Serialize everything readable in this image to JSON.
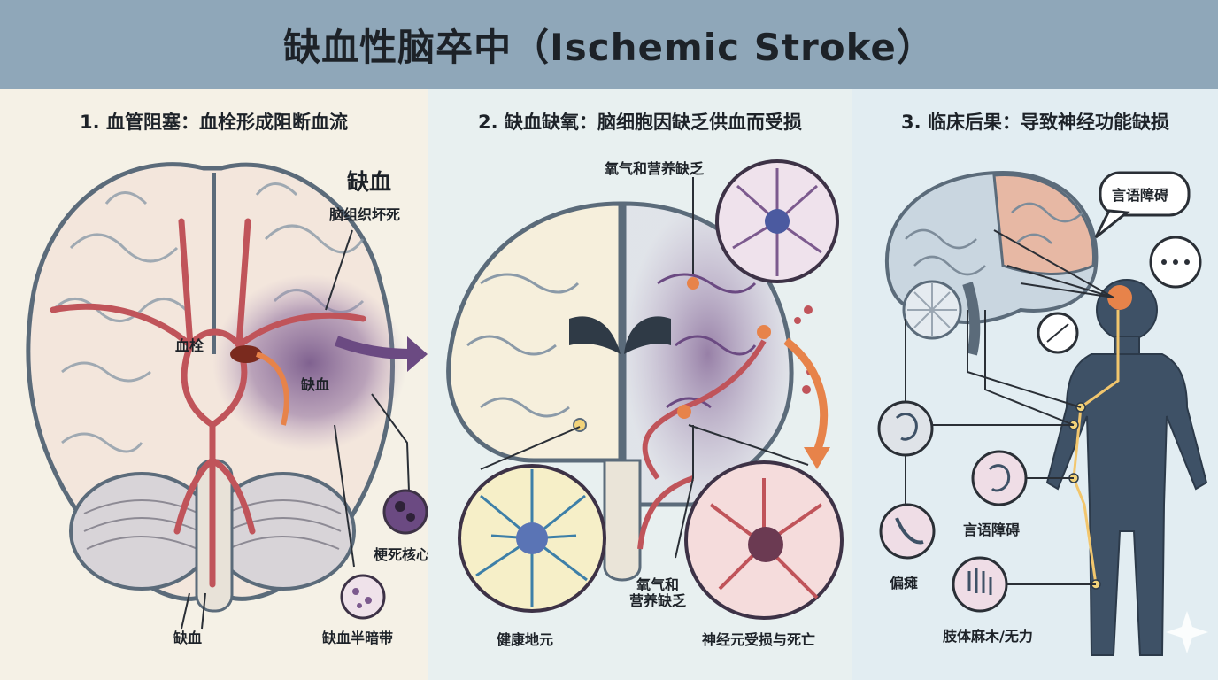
{
  "title": "缺血性脑卒中（Ischemic Stroke）",
  "panels": [
    {
      "heading": "1. 血管阻塞：血栓形成阻断血流",
      "labels": {
        "ischemia_big": "缺血",
        "tissue_necrosis": "脑组织坏死",
        "clot": "血栓",
        "ischemia_mid": "缺血",
        "infarct_core": "梗死核心",
        "ischemia_bottom": "缺血",
        "penumbra": "缺血半暗带"
      }
    },
    {
      "heading": "2. 缺血缺氧：脑细胞因缺乏供血而受损",
      "labels": {
        "oxygen_top": "氧气和营养缺乏",
        "healthy": "健康地元",
        "oxygen_lower": "氧气和\n营养缺乏",
        "neuron_damage": "神经元受损与死亡"
      }
    },
    {
      "heading": "3. 临床后果：导致神经功能缺损",
      "labels": {
        "speech_bubble": "言语障碍",
        "speech": "言语障碍",
        "hemiplegia": "偏瘫",
        "limb": "肢体麻木/无力"
      }
    }
  ],
  "colors": {
    "header": "#8fa7b9",
    "artery": "#c0545a",
    "ischemia": "#7c5a8e",
    "accent_orange": "#e7834a"
  }
}
